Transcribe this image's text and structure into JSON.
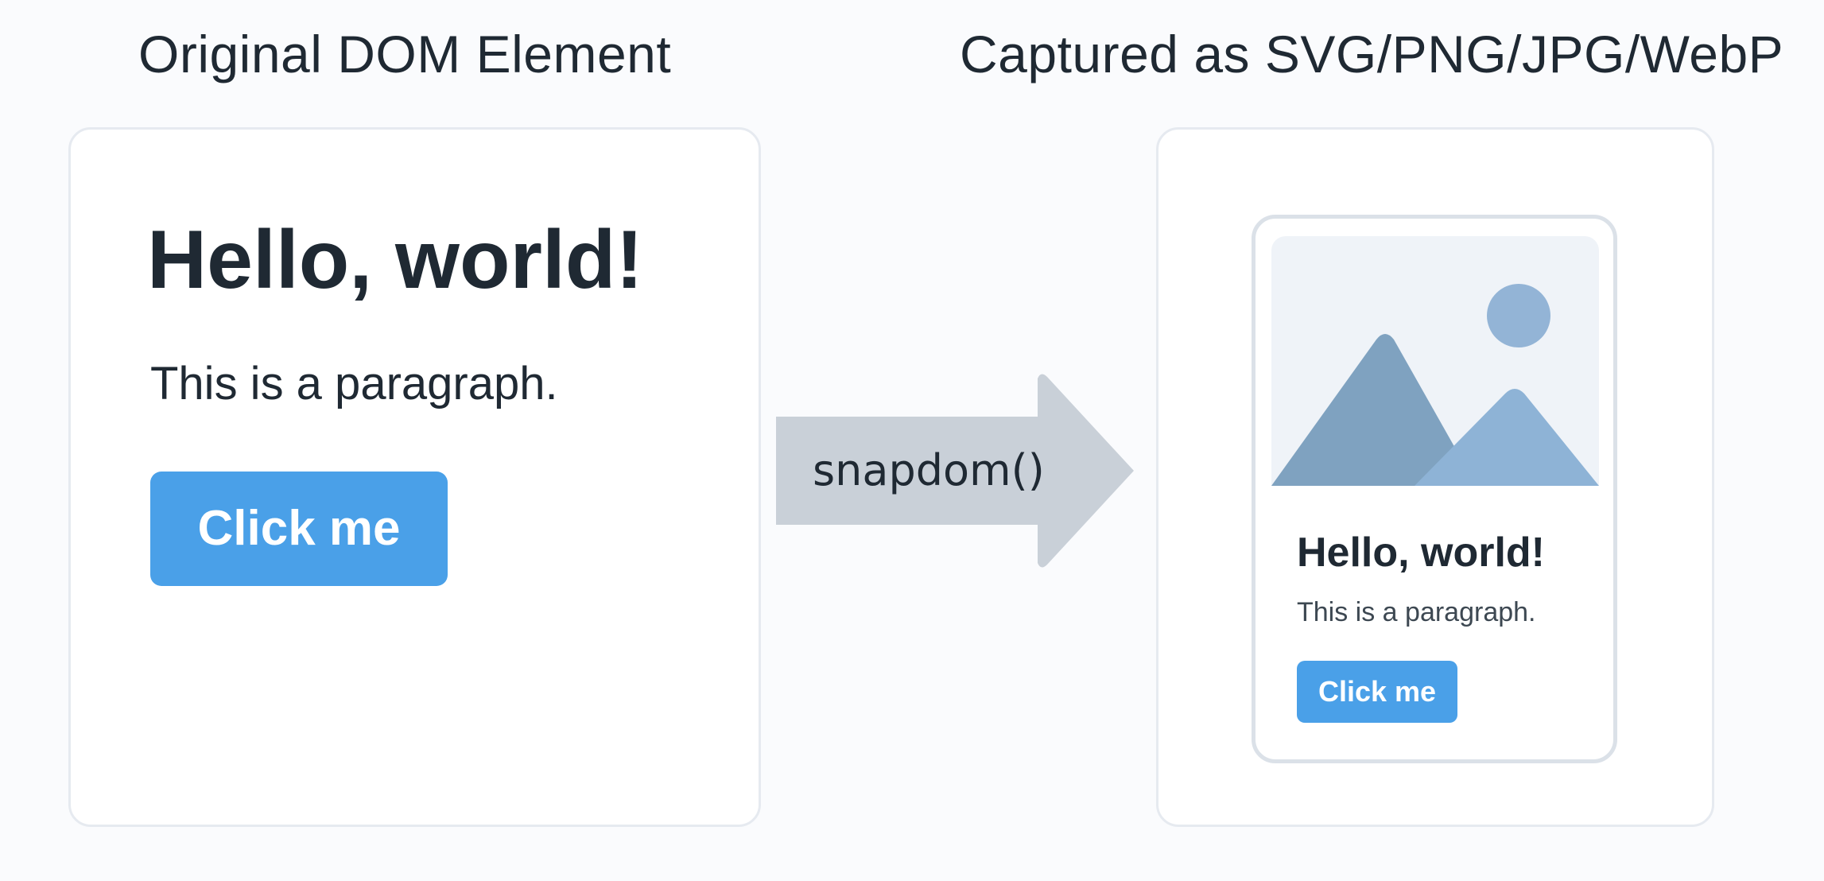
{
  "headings": {
    "left": "Original DOM Element",
    "right": "Captured as SVG/PNG/JPG/WebP"
  },
  "original": {
    "title": "Hello, world!",
    "paragraph": "This is a paragraph.",
    "button_label": "Click me"
  },
  "arrow": {
    "label": "snapdom()"
  },
  "captured": {
    "image_icon": "landscape-image-icon",
    "title": "Hello, world!",
    "paragraph": "This is a paragraph.",
    "button_label": "Click me"
  },
  "colors": {
    "button": "#4aa0e8",
    "arrow": "#c9d0d8",
    "mountain_dark": "#7fa2c0",
    "mountain_light": "#8eb3d6",
    "sun": "#93b4d6",
    "image_bg": "#eff3f8",
    "panel_border": "#e6eaf0",
    "text": "#1f2933"
  }
}
